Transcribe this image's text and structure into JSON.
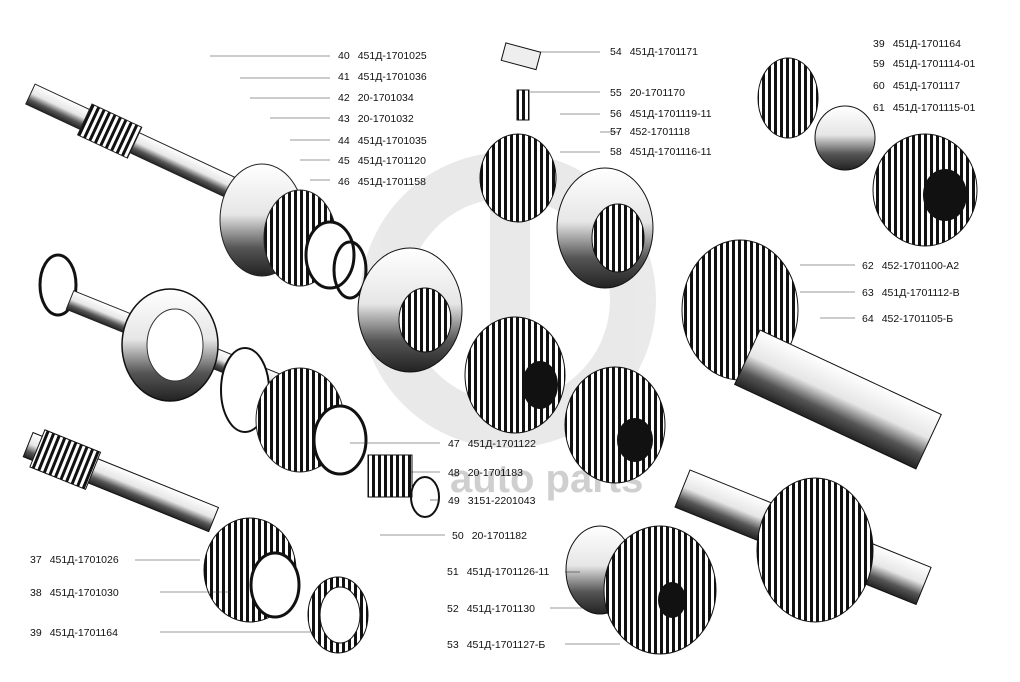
{
  "watermark": "auto parts",
  "callouts": [
    {
      "n": "40",
      "code": "451Д-1701025"
    },
    {
      "n": "41",
      "code": "451Д-1701036"
    },
    {
      "n": "42",
      "code": "20-1701034"
    },
    {
      "n": "43",
      "code": "20-1701032"
    },
    {
      "n": "44",
      "code": "451Д-1701035"
    },
    {
      "n": "45",
      "code": "451Д-1701120"
    },
    {
      "n": "46",
      "code": "451Д-1701158"
    },
    {
      "n": "54",
      "code": "451Д-1701171"
    },
    {
      "n": "55",
      "code": "20-1701170"
    },
    {
      "n": "56",
      "code": "451Д-1701119-11"
    },
    {
      "n": "57",
      "code": "452-1701118"
    },
    {
      "n": "58",
      "code": "451Д-1701116-11"
    },
    {
      "n": "39",
      "code": "451Д-1701164"
    },
    {
      "n": "59",
      "code": "451Д-1701114-01"
    },
    {
      "n": "60",
      "code": "451Д-1701117"
    },
    {
      "n": "61",
      "code": "451Д-1701115-01"
    },
    {
      "n": "62",
      "code": "452-1701100-А2"
    },
    {
      "n": "63",
      "code": "451Д-1701112-В"
    },
    {
      "n": "64",
      "code": "452-1701105-Б"
    },
    {
      "n": "47",
      "code": "451Д-1701122"
    },
    {
      "n": "48",
      "code": "20-1701183"
    },
    {
      "n": "49",
      "code": "3151-2201043"
    },
    {
      "n": "50",
      "code": "20-1701182"
    },
    {
      "n": "37",
      "code": "451Д-1701026"
    },
    {
      "n": "38",
      "code": "451Д-1701030"
    },
    {
      "n": "39",
      "code": "451Д-1701164"
    },
    {
      "n": "51",
      "code": "451Д-1701126-11"
    },
    {
      "n": "52",
      "code": "451Д-1701130"
    },
    {
      "n": "53",
      "code": "451Д-1701127-Б"
    }
  ]
}
